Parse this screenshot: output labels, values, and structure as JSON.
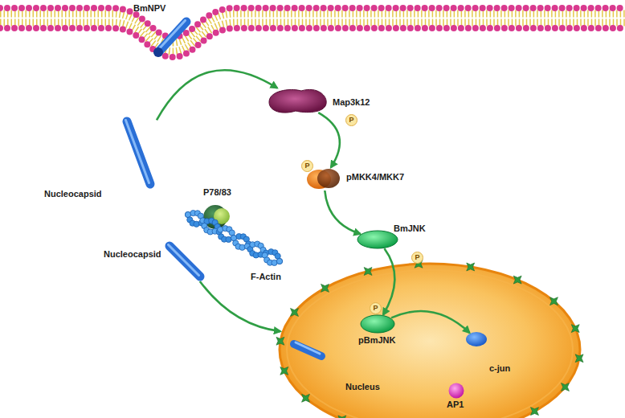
{
  "diagram": {
    "nodes": [
      {
        "text": [
          "BmNPV"
        ]
      },
      {
        "text": [
          "Map3k12"
        ]
      },
      {
        "text": [
          "Nucleocapsid"
        ]
      },
      {
        "text": [
          "pMKK4/MKK7"
        ]
      },
      {
        "text": [
          "P78/83"
        ]
      },
      {
        "text": [
          "Nucleocapsid"
        ]
      },
      {
        "text": [
          "F-Actin"
        ]
      },
      {
        "text": [
          "BmJNK"
        ]
      },
      {
        "text": [
          "Nucleus"
        ]
      },
      {
        "text": [
          "pBmJNK"
        ],
        "in": 8
      },
      {
        "text": [
          "c-jun"
        ],
        "in": 8
      },
      {
        "text": [
          "AP1"
        ],
        "in": 8
      }
    ],
    "edges": [
      {
        "from": 2,
        "to": 1,
        "arrow": "to"
      },
      {
        "from": 1,
        "to": 3,
        "arrow": "to"
      },
      {
        "from": 3,
        "to": 7,
        "arrow": "to"
      },
      {
        "from": 7,
        "to": 9,
        "arrow": "to"
      },
      {
        "from": 9,
        "to": 10,
        "arrow": "to"
      },
      {
        "from": 5,
        "to": 8,
        "arrow": "to"
      }
    ],
    "labels": [
      "P",
      "P",
      "P",
      "P"
    ]
  }
}
